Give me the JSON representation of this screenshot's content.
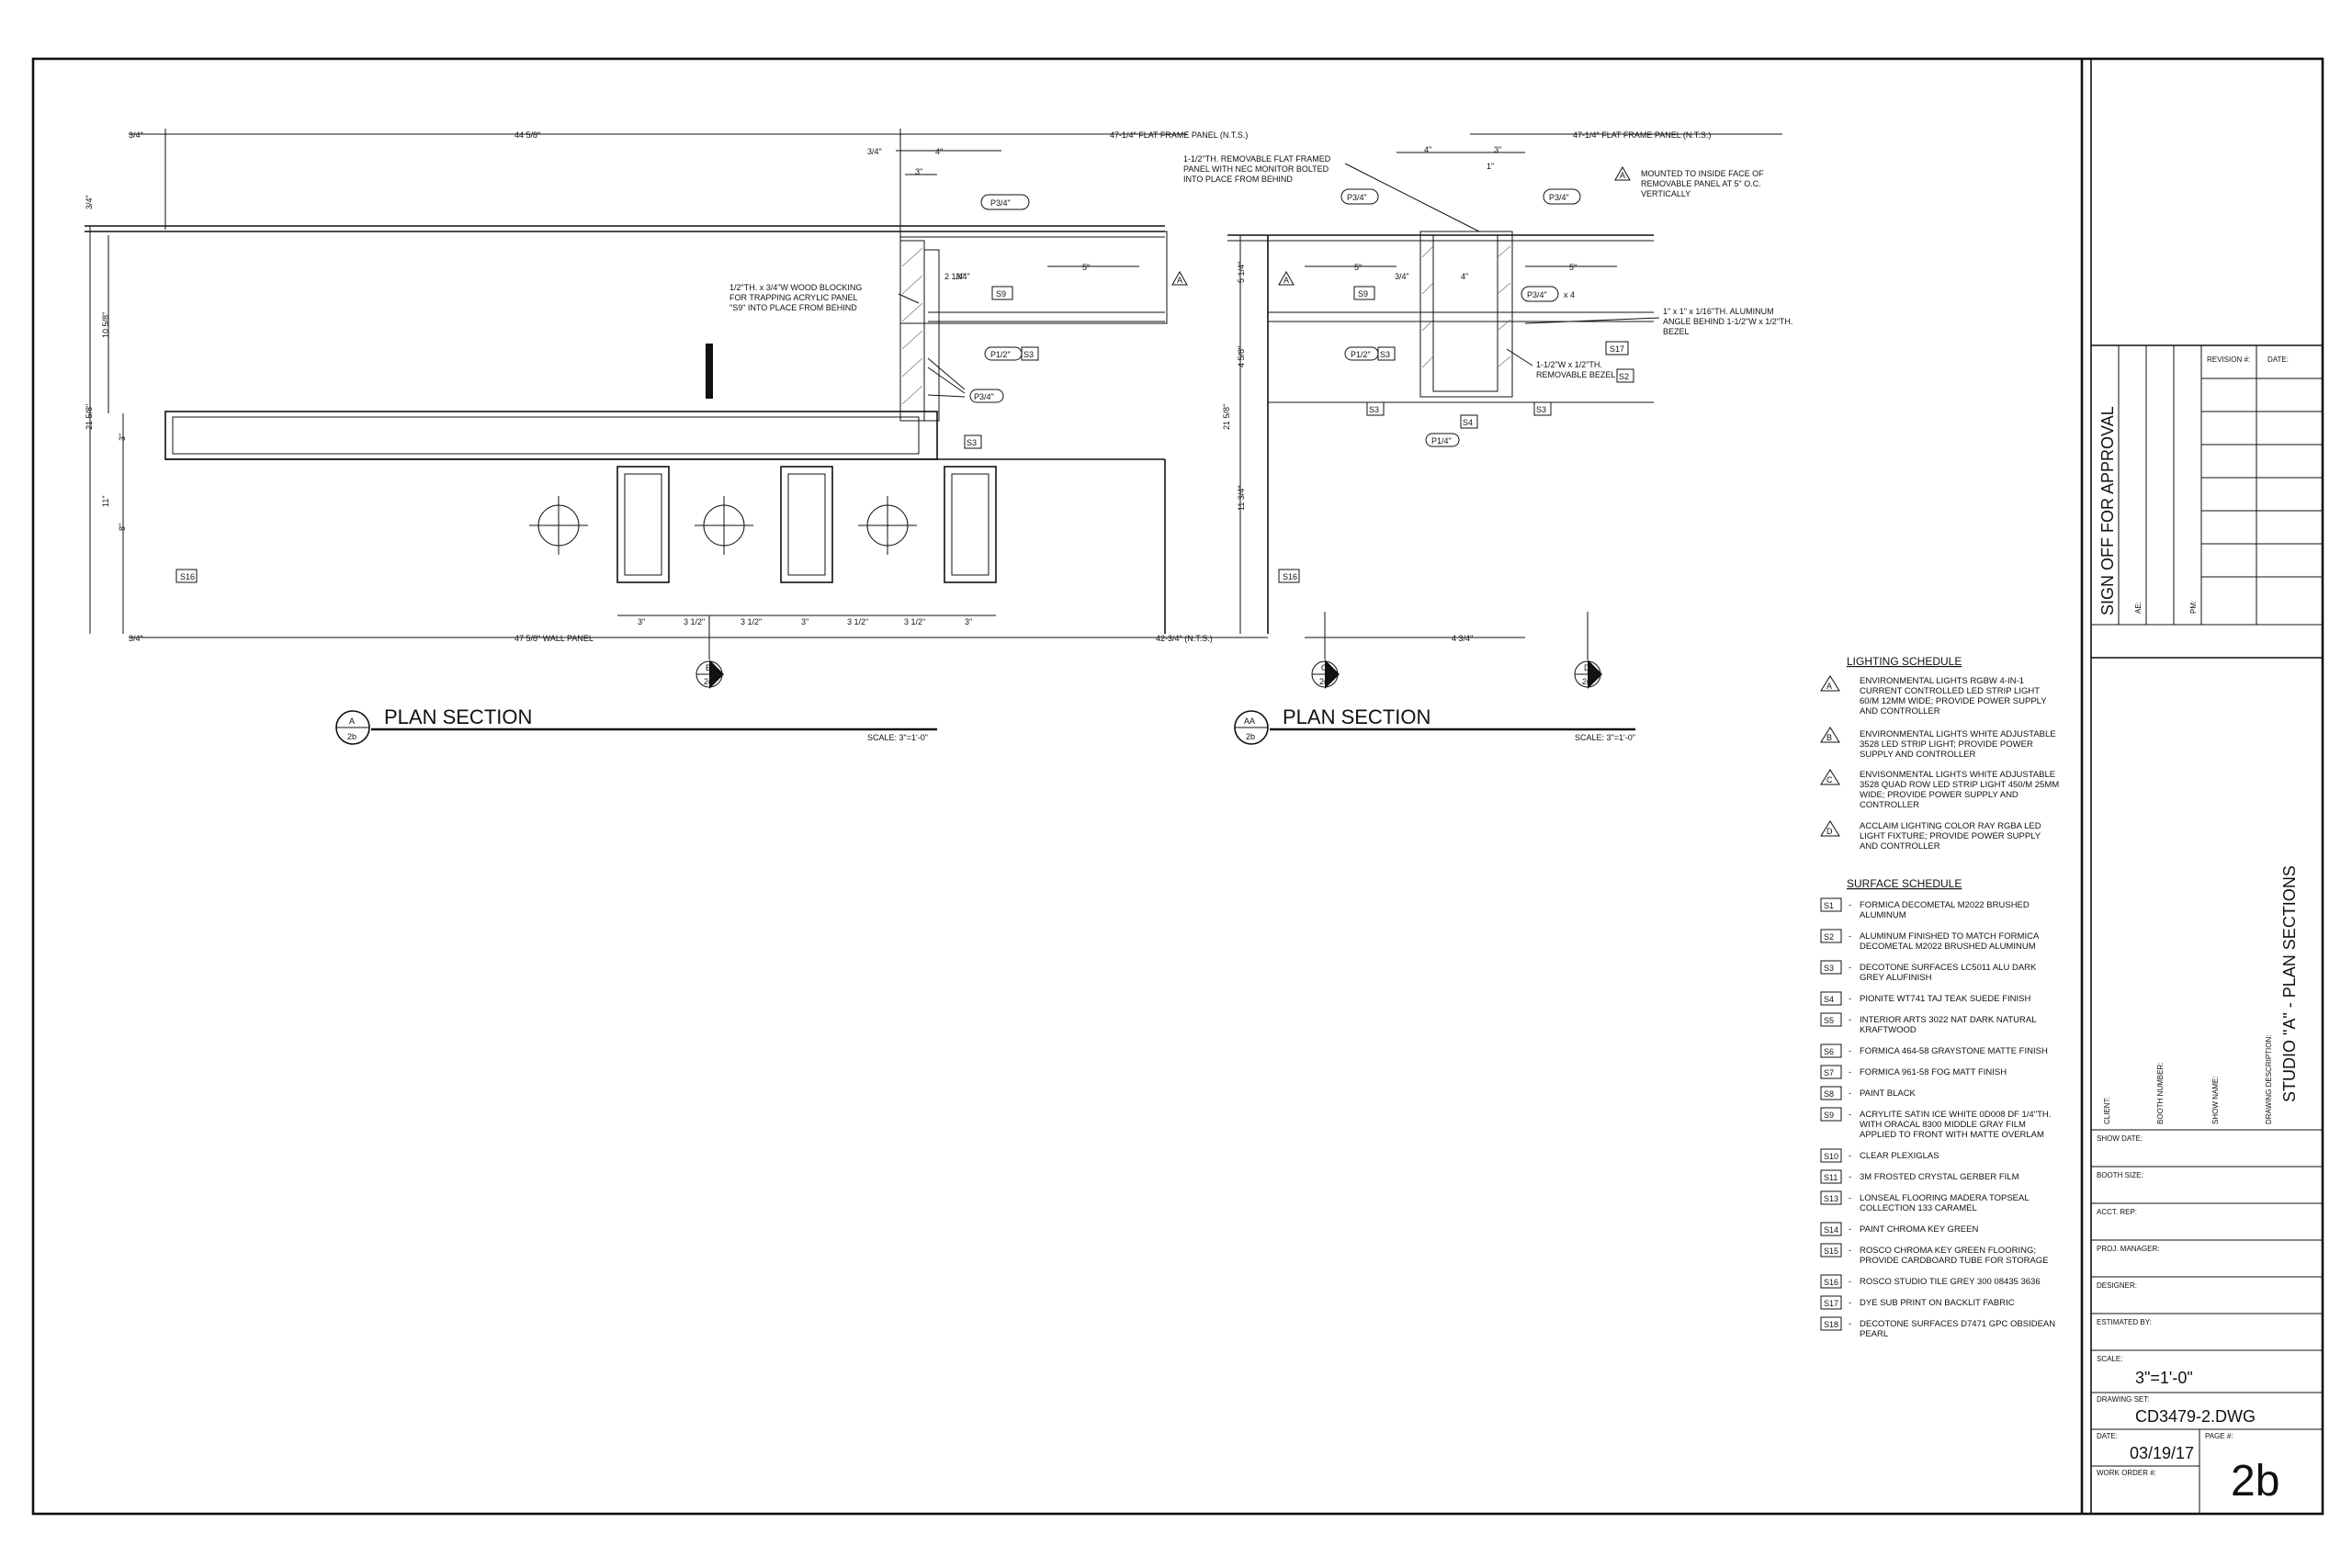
{
  "sections": [
    {
      "marker": "A",
      "sheet": "2b",
      "title": "PLAN SECTION",
      "scale": "SCALE: 3\"=1'-0\""
    },
    {
      "marker": "AA",
      "sheet": "2b",
      "title": "PLAN SECTION",
      "scale": "SCALE: 3\"=1'-0\""
    }
  ],
  "section_markers": [
    {
      "letter": "B",
      "sheet": "2d"
    },
    {
      "letter": "C",
      "sheet": "2d"
    },
    {
      "letter": "D",
      "sheet": "2d"
    }
  ],
  "dimensions": {
    "d_34_top": "3/4\"",
    "d_4458": "44 5/8\"",
    "d_flat_left": "47-1/4\" FLAT FRAME PANEL (N.T.S.)",
    "d_flat_right": "47-1/4\" FLAT FRAME PANEL (N.T.S.)",
    "d_34_a": "3/4\"",
    "d_4_a": "4\"",
    "d_3_a": "3\"",
    "d_214": "2 1/4\"",
    "d_34_b": "3/4\"",
    "d_5_a": "5\"",
    "d_34_left": "3/4\"",
    "d_1058": "10 5/8\"",
    "d_2158_left": "21 5/8\"",
    "d_3_left": "3\"",
    "d_11_left": "11\"",
    "d_8_left": "8\"",
    "d_3_b1": "3\"",
    "d_312_1": "3 1/2\"",
    "d_312_2": "3 1/2\"",
    "d_3_b2": "3\"",
    "d_312_3": "3 1/2\"",
    "d_312_4": "3 1/2\"",
    "d_3_b3": "3\"",
    "d_34_bot": "3/4\"",
    "d_wall": "47 5/8\" WALL PANEL",
    "d_4234": "42-3/4\" (N.T.S.)",
    "d_434": "4 3/4\"",
    "d_4_b": "4\"",
    "d_3_c": "3\"",
    "d_1_c": "1\"",
    "d_5_b": "5\"",
    "d_34_c": "3/4\"",
    "d_4_c": "4\"",
    "d_5_c": "5\"",
    "d_514": "5 1/4\"",
    "d_458": "4 5/8\"",
    "d_2158_right": "21 5/8\"",
    "d_1134": "11 3/4\""
  },
  "notes": {
    "wood_blocking": [
      "1/2\"TH. x 3/4\"W WOOD BLOCKING",
      "FOR TRAPPING ACRYLIC PANEL",
      "\"S9\" INTO PLACE FROM BEHIND"
    ],
    "removable_panel": [
      "1-1/2\"TH. REMOVABLE FLAT FRAMED",
      "PANEL WITH NEC MONITOR BOLTED",
      "INTO PLACE FROM BEHIND"
    ],
    "mounted": [
      "MOUNTED TO INSIDE FACE OF",
      "REMOVABLE PANEL AT 5\" O.C.",
      "VERTICALLY"
    ],
    "aluminum_angle": [
      "1\" x 1\" x 1/16\"TH. ALUMINUM",
      "ANGLE BEHIND 1-1/2\"W x 1/2\"TH.",
      "BEZEL"
    ],
    "bezel": [
      "1-1/2\"W x 1/2\"TH.",
      "REMOVABLE BEZEL"
    ],
    "x4": "x 4"
  },
  "tags": {
    "p34": "P3/4\"",
    "p12": "P1/2\"",
    "p14": "P1/4\"",
    "s2": "S2",
    "s3": "S3",
    "s4": "S4",
    "s9": "S9",
    "s16": "S16",
    "s17": "S17",
    "a": "A",
    "b": "B",
    "c": "C",
    "d": "D"
  },
  "lighting_schedule": {
    "title": "LIGHTING SCHEDULE",
    "items": [
      {
        "code": "A",
        "lines": [
          "ENVIRONMENTAL LIGHTS RGBW 4-IN-1",
          "CURRENT CONTROLLED LED STRIP LIGHT",
          "60/M 12MM WIDE; PROVIDE POWER SUPPLY",
          "AND CONTROLLER"
        ]
      },
      {
        "code": "B",
        "lines": [
          "ENVIRONMENTAL LIGHTS WHITE ADJUSTABLE",
          "3528 LED STRIP LIGHT; PROVIDE POWER",
          "SUPPLY AND CONTROLLER"
        ]
      },
      {
        "code": "C",
        "lines": [
          "ENVISONMENTAL LIGHTS WHITE ADJUSTABLE",
          "3528 QUAD ROW LED STRIP LIGHT 450/M 25MM",
          "WIDE; PROVIDE POWER SUPPLY AND",
          "CONTROLLER"
        ]
      },
      {
        "code": "D",
        "lines": [
          "ACCLAIM LIGHTING COLOR RAY RGBA LED",
          "LIGHT FIXTURE; PROVIDE POWER SUPPLY",
          "AND CONTROLLER"
        ]
      }
    ]
  },
  "surface_schedule": {
    "title": "SURFACE SCHEDULE",
    "items": [
      {
        "code": "S1",
        "lines": [
          "FORMICA DECOMETAL M2022 BRUSHED",
          "ALUMINUM"
        ]
      },
      {
        "code": "S2",
        "lines": [
          "ALUMINUM FINISHED TO MATCH FORMICA",
          "DECOMETAL M2022 BRUSHED ALUMINUM"
        ]
      },
      {
        "code": "S3",
        "lines": [
          "DECOTONE SURFACES LC5011 ALU DARK",
          "GREY ALUFINISH"
        ]
      },
      {
        "code": "S4",
        "lines": [
          "PIONITE WT741 TAJ TEAK SUEDE FINISH"
        ]
      },
      {
        "code": "S5",
        "lines": [
          "INTERIOR ARTS 3022 NAT DARK NATURAL",
          "KRAFTWOOD"
        ]
      },
      {
        "code": "S6",
        "lines": [
          "FORMICA 464-58 GRAYSTONE MATTE FINISH"
        ]
      },
      {
        "code": "S7",
        "lines": [
          "FORMICA 961-58 FOG MATT FINISH"
        ]
      },
      {
        "code": "S8",
        "lines": [
          "PAINT BLACK"
        ]
      },
      {
        "code": "S9",
        "lines": [
          "ACRYLITE SATIN ICE WHITE 0D008 DF 1/4\"TH.",
          "WITH ORACAL 8300 MIDDLE GRAY FILM",
          "APPLIED TO FRONT WITH MATTE OVERLAM"
        ]
      },
      {
        "code": "S10",
        "lines": [
          "CLEAR PLEXIGLAS"
        ]
      },
      {
        "code": "S11",
        "lines": [
          "3M FROSTED CRYSTAL GERBER FILM"
        ]
      },
      {
        "code": "S13",
        "lines": [
          "LONSEAL FLOORING MADERA TOPSEAL",
          "COLLECTION 133 CARAMEL"
        ]
      },
      {
        "code": "S14",
        "lines": [
          "PAINT CHROMA KEY GREEN"
        ]
      },
      {
        "code": "S15",
        "lines": [
          "ROSCO CHROMA KEY GREEN FLOORING;",
          "PROVIDE CARDBOARD TUBE FOR STORAGE"
        ]
      },
      {
        "code": "S16",
        "lines": [
          "ROSCO STUDIO TILE GREY 300 08435 3636"
        ]
      },
      {
        "code": "S17",
        "lines": [
          "DYE SUB PRINT ON BACKLIT FABRIC"
        ]
      },
      {
        "code": "S18",
        "lines": [
          "DECOTONE SURFACES D7471 GPC OBSIDEAN",
          "PEARL"
        ]
      }
    ]
  },
  "title_block": {
    "signoff": "SIGN OFF FOR APPROVAL",
    "ae": "AE:",
    "pm": "PM:",
    "revision": "REVISION #:",
    "date_col": "DATE:",
    "client": "CLIENT:",
    "booth_number": "BOOTH NUMBER:",
    "show_name": "SHOW NAME:",
    "drawing_description": "DRAWING DESCRIPTION:",
    "description_value": "STUDIO \"A\" - PLAN SECTIONS",
    "show_date": "SHOW DATE:",
    "booth_size": "BOOTH SIZE:",
    "acct_rep": "ACCT. REP:",
    "proj_manager": "PROJ. MANAGER:",
    "designer": "DESIGNER:",
    "estimated_by": "ESTIMATED BY:",
    "scale_label": "SCALE:",
    "scale_value": "3\"=1'-0\"",
    "drawing_set_label": "DRAWING SET:",
    "drawing_set_value": "CD3479-2.DWG",
    "date_label": "DATE:",
    "date_value": "03/19/17",
    "page_label": "PAGE #:",
    "page_value": "2b",
    "work_order": "WORK ORDER #:"
  }
}
